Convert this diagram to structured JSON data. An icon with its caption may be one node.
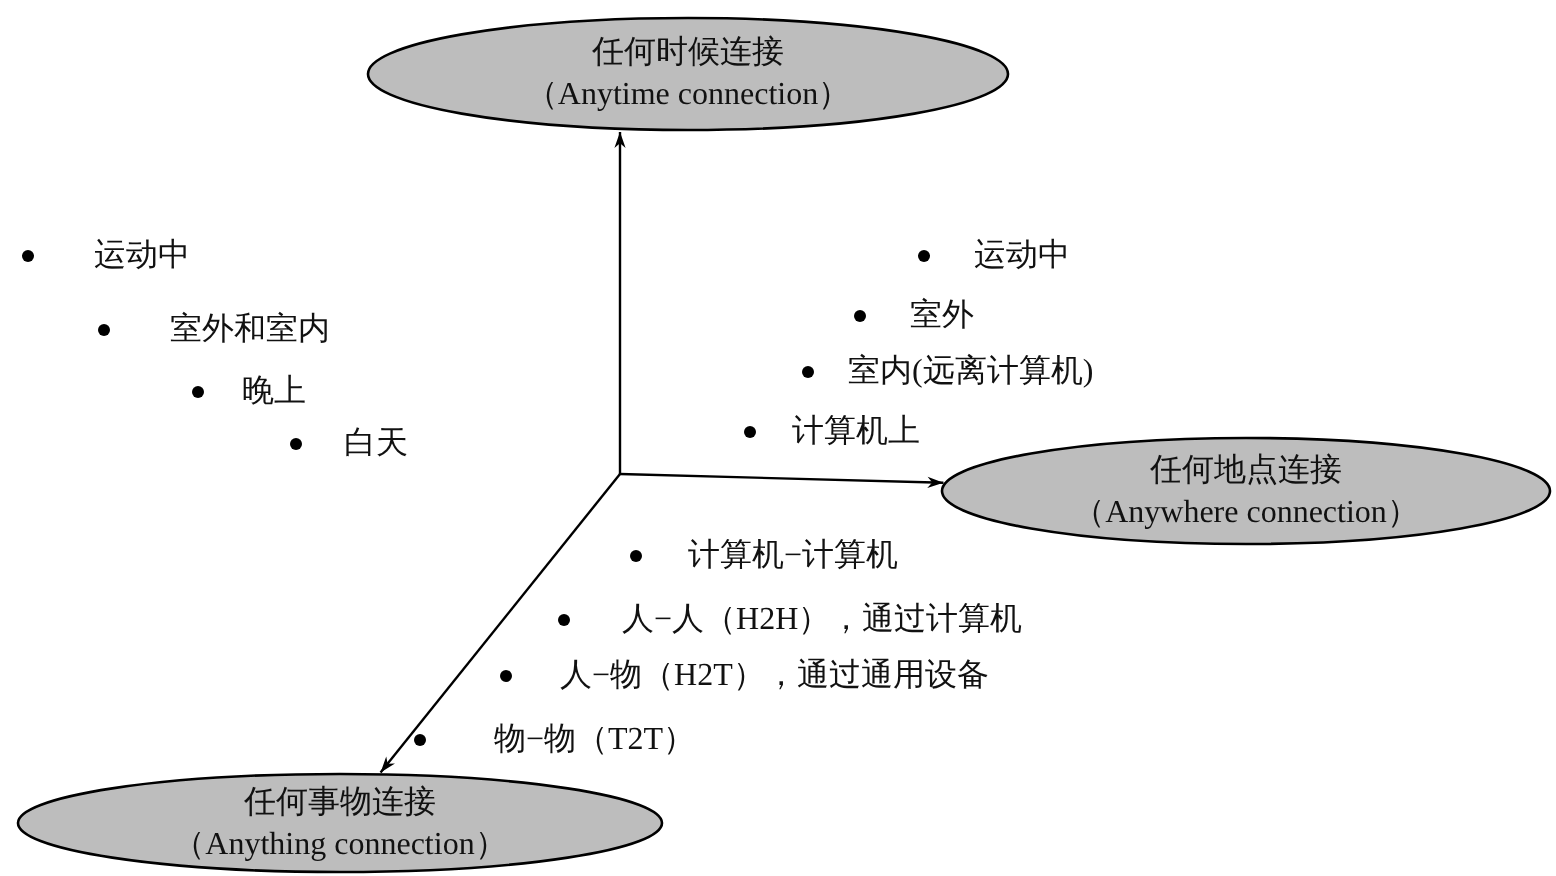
{
  "diagram": {
    "nodes": [
      {
        "text": [
          "任何时候连接",
          "（Anytime connection）"
        ]
      },
      {
        "text": [
          "任何地点连接",
          "（Anywhere connection）"
        ]
      },
      {
        "text": [
          "任何事物连接",
          "（Anything connection）"
        ]
      }
    ],
    "edges": [
      {
        "from": null,
        "to": 0,
        "arrow": "to"
      },
      {
        "from": null,
        "to": 1,
        "arrow": "to"
      },
      {
        "from": null,
        "to": 2,
        "arrow": "to"
      }
    ],
    "labels": [
      "运动中",
      "室外和室内",
      "晚上",
      "白天",
      "运动中",
      "室外",
      "室内(远离计算机)",
      "计算机上",
      "计算机−计算机",
      "人−人（H2H），通过计算机",
      "人−物（H2T），通过通用设备",
      "物−物（T2T）"
    ]
  }
}
